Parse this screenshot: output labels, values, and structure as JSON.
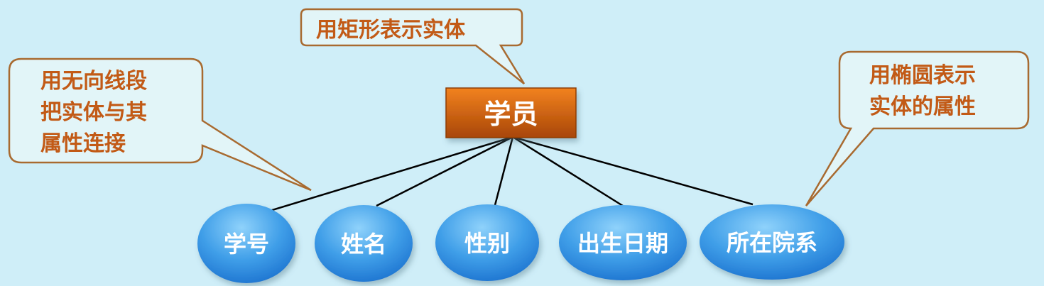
{
  "entity": {
    "label": "学员"
  },
  "attributes": [
    {
      "label": "学号"
    },
    {
      "label": "姓名"
    },
    {
      "label": "性别"
    },
    {
      "label": "出生日期"
    },
    {
      "label": "所在院系"
    }
  ],
  "callouts": {
    "rectangle": {
      "lines": [
        "用矩形表示实体"
      ]
    },
    "line": {
      "lines": [
        "用无向线段",
        "把实体与其",
        "属性连接"
      ]
    },
    "ellipse": {
      "lines": [
        "用椭圆表示",
        "实体的属性"
      ]
    }
  },
  "colors": {
    "background": "#cfeef8",
    "callout_text": "#c25a16",
    "entity_top": "#f07a12",
    "entity_bottom": "#a84606",
    "attribute_light": "#86ccf8",
    "attribute_dark": "#1f7fd8"
  }
}
